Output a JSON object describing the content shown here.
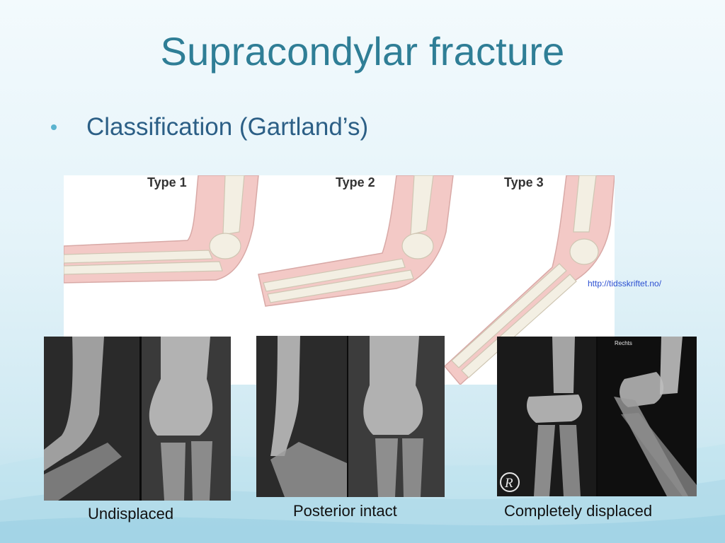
{
  "slide": {
    "title": "Supracondylar fracture",
    "bullet": "Classification (Gartland’s)"
  },
  "diagram": {
    "types": [
      "Type 1",
      "Type 2",
      "Type 3"
    ],
    "source": "http://tidsskriftet.no/"
  },
  "xrays": {
    "side_marker": "Rechts",
    "corner_marker": "R",
    "captions": [
      "Undisplaced",
      "Posterior intact",
      "Completely displaced"
    ]
  },
  "colors": {
    "title": "#2f7e96",
    "bullet_text": "#2c5f86",
    "skin": "#f3c9c6",
    "bone": "#f3efe3",
    "link": "#2b4fd1"
  }
}
